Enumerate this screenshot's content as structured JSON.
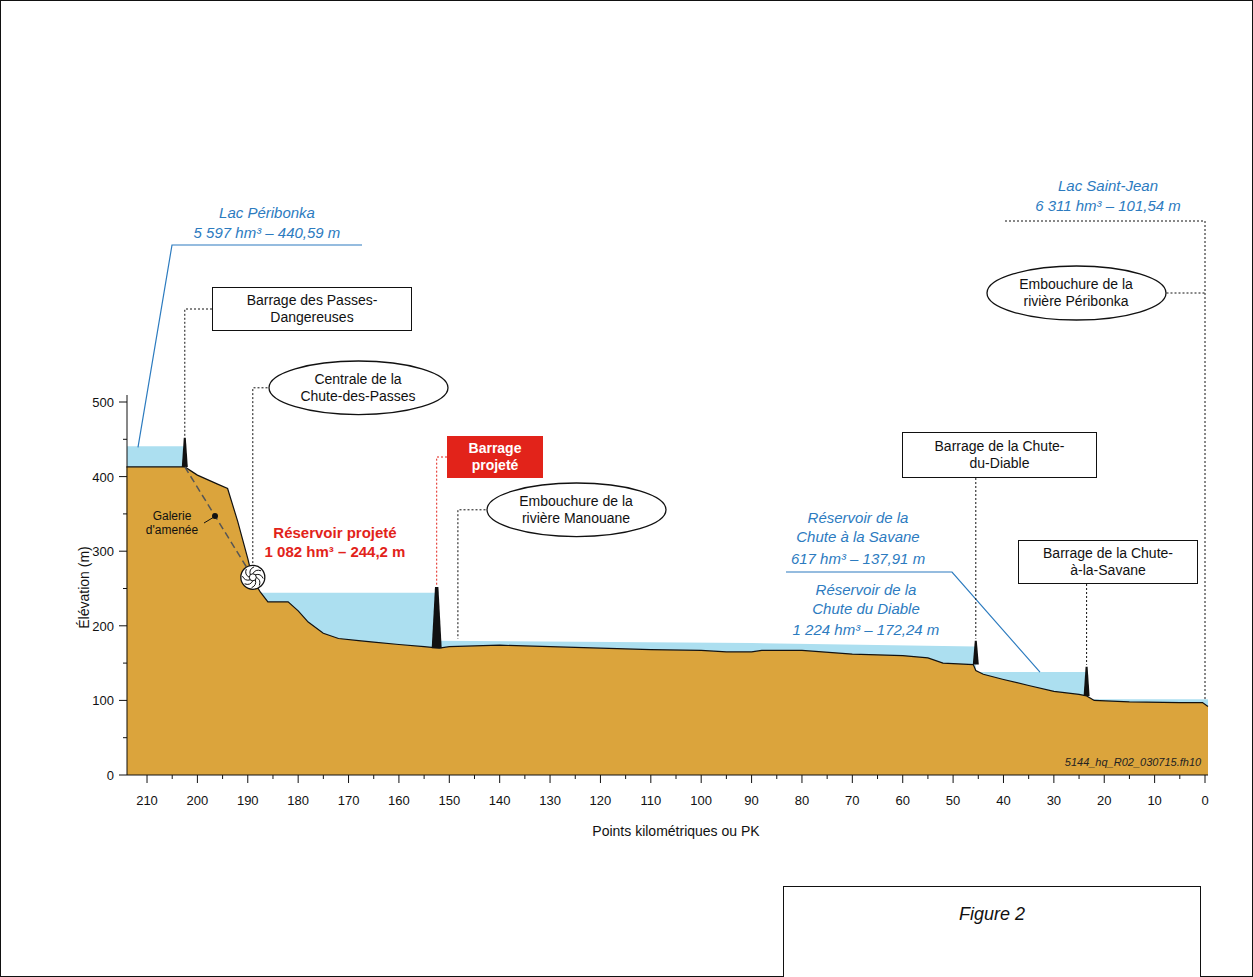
{
  "diagram": {
    "nodes": [
      {
        "text": [
          "Barrage des Passes-Dangereuses"
        ]
      },
      {
        "text": [
          "Centrale de la Chute-des-Passes"
        ]
      },
      {
        "text": [
          "Barrage projeté"
        ]
      },
      {
        "text": [
          "Embouchure de la rivière Manouane"
        ]
      },
      {
        "text": [
          "Barrage de la Chute-du-Diable"
        ]
      },
      {
        "text": [
          "Barrage de la Chute-à-la-Savane"
        ]
      },
      {
        "text": [
          "Embouchure de la rivière Péribonka"
        ]
      },
      {
        "text": [
          "Figure 2"
        ]
      }
    ],
    "labels": [
      "Lac Péribonka",
      "5 597 hm³ – 440,59 m",
      "Lac Saint-Jean",
      "6 311 hm³ – 101,54 m",
      "Réservoir projeté",
      "1 082 hm³ – 244,2 m",
      "Réservoir de la Chute à la Savane",
      "617 hm³ – 137,91 m",
      "Réservoir de la Chute du Diable",
      "1 224 hm³ – 172,24 m",
      "Galerie d'amenée",
      "Élévation (m)",
      "0",
      "100",
      "200",
      "300",
      "400",
      "500",
      "210",
      "200",
      "190",
      "180",
      "170",
      "160",
      "150",
      "140",
      "130",
      "120",
      "110",
      "100",
      "90",
      "80",
      "70",
      "60",
      "50",
      "40",
      "30",
      "20",
      "10",
      "0",
      "Points kilométriques ou PK",
      "5144_hq_R02_030715.fh10"
    ]
  }
}
